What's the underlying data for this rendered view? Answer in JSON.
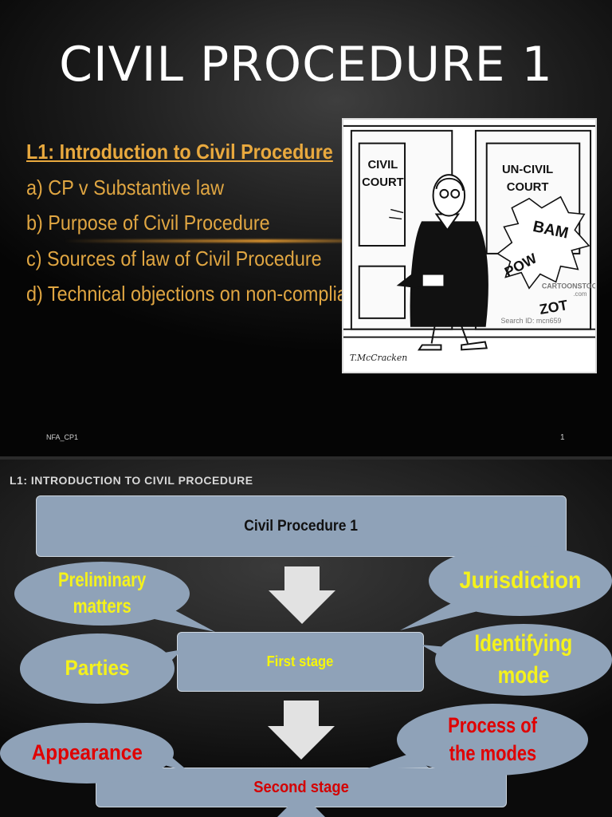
{
  "slide1": {
    "title": "CIVIL PROCEDURE 1",
    "heading": "L1: Introduction to Civil Procedure",
    "items": [
      "a) CP v Substantive law",
      "b) Purpose of Civil Procedure",
      "c) Sources of law of Civil Procedure",
      "d) Technical objections on non-compliance"
    ],
    "cartoon": {
      "left_door_sign": [
        "CIVIL",
        "COURT"
      ],
      "right_door_sign": [
        "UN-CIVIL",
        "COURT"
      ],
      "sound_effects": [
        "BAM",
        "POW",
        "ZOT"
      ],
      "watermark": "CARTOONSTOCK",
      "watermark_domain": ".com",
      "watermark_search": "Search ID: mcn659",
      "signature": "T.McCracken"
    },
    "footer": "NFA_CP1",
    "page_number": "1",
    "text_color": "#e0a642"
  },
  "slide2": {
    "title": "L1: INTRODUCTION TO CIVIL PROCEDURE",
    "main_box": "Civil Procedure 1",
    "first_stage": "First stage",
    "second_stage": "Second stage",
    "bubbles": {
      "preliminary": [
        "Preliminary",
        "matters"
      ],
      "jurisdiction": "Jurisdiction",
      "parties": "Parties",
      "identifying": [
        "Identifying",
        "mode"
      ],
      "appearance": "Appearance",
      "process": [
        "Process of",
        "the modes"
      ]
    },
    "colors": {
      "box_fill": "#8fa2b8",
      "bubble_text": "#f5f21c",
      "alert_text": "#e00000"
    }
  }
}
